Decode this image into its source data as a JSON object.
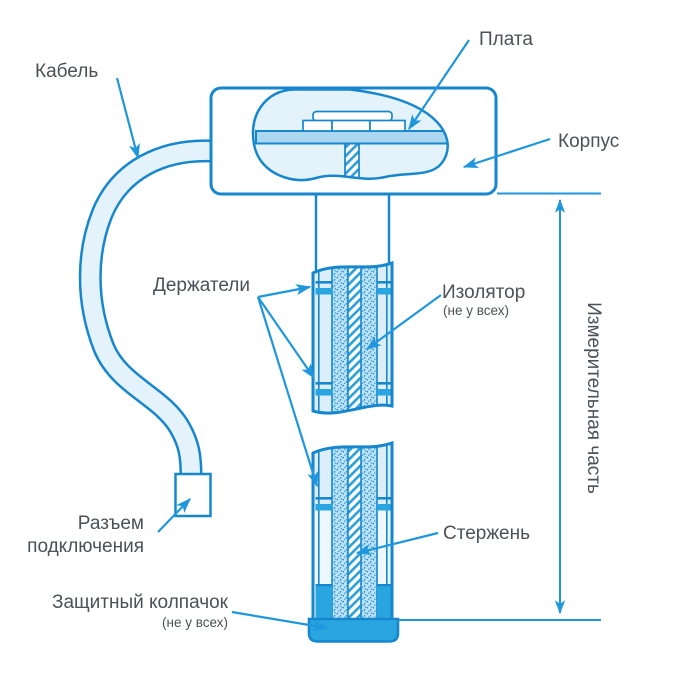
{
  "diagram": {
    "type": "technical-illustration",
    "subject": "probe-sensor-construction-cutaway",
    "colors": {
      "outline": "#1787cd",
      "arrow": "#1f97dc",
      "light_fill": "#e4f2fb",
      "side_fill": "#dceefa",
      "insulator_fill": "#bfe3f6",
      "insulator_dot": "#1f8fd2",
      "hatch_stripe": "#2d9fd8",
      "pcb_fill": "#abd7f1",
      "medium_fill": "#29a5e0",
      "text": "#4b5157",
      "background": "#ffffff"
    },
    "labels": {
      "cable": "Кабель",
      "board": "Плата",
      "housing": "Корпус",
      "holders": "Держатели",
      "insulator": "Изолятор",
      "insulator_note": "(не у всех)",
      "measuring_part": "Измерительная часть",
      "rod": "Стержень",
      "connector_line1": "Разъем",
      "connector_line2": "подключения",
      "protective_cap": "Защитный колпачок",
      "protective_cap_note": "(не у всех)"
    }
  }
}
